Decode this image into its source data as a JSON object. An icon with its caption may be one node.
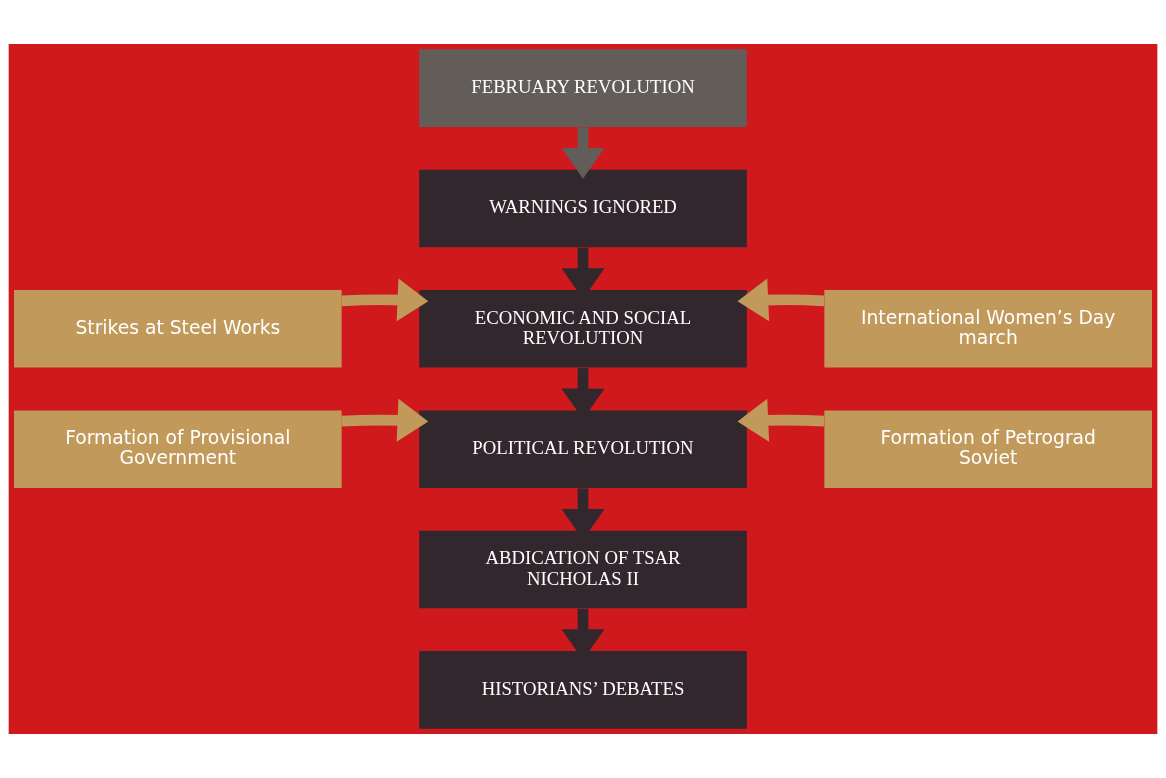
{
  "diagram": {
    "nodes": [
      {
        "text": [
          "FEBRUARY REVOLUTION"
        ]
      },
      {
        "text": [
          "WARNINGS IGNORED"
        ]
      },
      {
        "text": [
          "Strikes at Steel Works"
        ]
      },
      {
        "text": [
          "ECONOMIC AND SOCIAL REVOLUTION"
        ]
      },
      {
        "text": [
          "International Women’s Day march"
        ]
      },
      {
        "text": [
          "Formation of Provisional Government"
        ]
      },
      {
        "text": [
          "POLITICAL REVOLUTION"
        ]
      },
      {
        "text": [
          "Formation of Petrograd Soviet"
        ]
      },
      {
        "text": [
          "ABDICATION OF TSAR NICHOLAS II"
        ]
      },
      {
        "text": [
          "HISTORIANS’ DEBATES"
        ]
      }
    ],
    "edges": [
      {
        "from": 0,
        "to": 1,
        "arrow": "to",
        "color": "#635d5a"
      },
      {
        "from": 1,
        "to": 3,
        "arrow": "to"
      },
      {
        "from": 2,
        "to": 3,
        "arrow": "to",
        "color": "#c19a5b"
      },
      {
        "from": 4,
        "to": 3,
        "arrow": "to",
        "color": "#c19a5b"
      },
      {
        "from": 3,
        "to": 6,
        "arrow": "to"
      },
      {
        "from": 5,
        "to": 6,
        "arrow": "to",
        "color": "#c19a5b"
      },
      {
        "from": 7,
        "to": 6,
        "arrow": "to",
        "color": "#c19a5b"
      },
      {
        "from": 6,
        "to": 8,
        "arrow": "to"
      },
      {
        "from": 8,
        "to": 9,
        "arrow": "to"
      }
    ]
  }
}
